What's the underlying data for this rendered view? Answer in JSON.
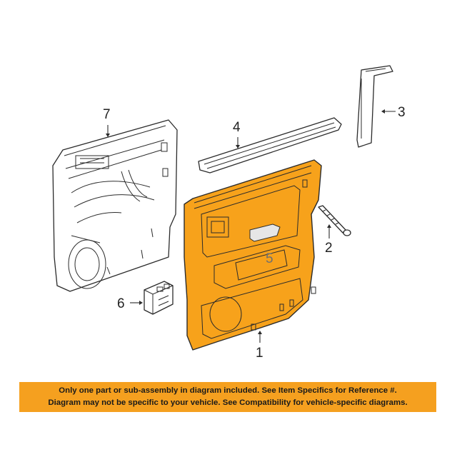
{
  "callouts": {
    "c1": "1",
    "c2": "2",
    "c3": "3",
    "c4": "4",
    "c5": "5",
    "c6": "6",
    "c7": "7"
  },
  "disclaimer": {
    "line1": "Only one part or sub-assembly in diagram included. See Item Specifics for Reference #.",
    "line2": "Diagram may not be specific to your vehicle. See Compatibility for vehicle-specific diagrams."
  },
  "colors": {
    "highlight_orange": "#f7a21b",
    "banner_orange": "#f5a01f"
  }
}
